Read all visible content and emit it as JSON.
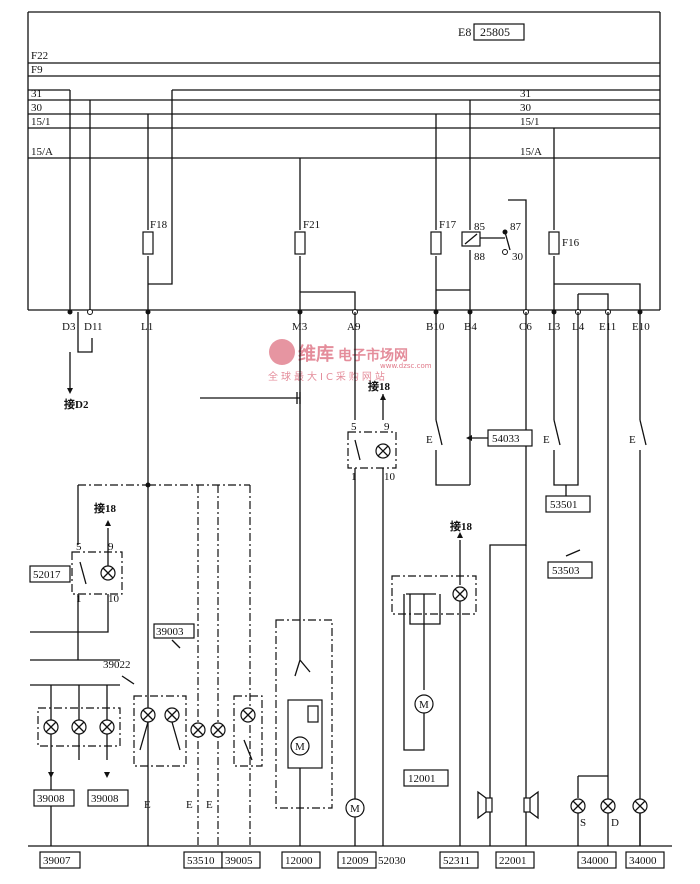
{
  "header": {
    "ref": "E8",
    "code": "25805"
  },
  "buses": {
    "left": [
      "F22",
      "F9",
      "31",
      "30",
      "15/1",
      "15/A"
    ],
    "right": [
      "31",
      "30",
      "15/1",
      "15/A"
    ]
  },
  "fuses": [
    "F18",
    "F21",
    "F17",
    "F16"
  ],
  "relay": {
    "pins": [
      "85",
      "87",
      "88",
      "30"
    ]
  },
  "connector_pins": [
    "D3",
    "D11",
    "L1",
    "M3",
    "A9",
    "B10",
    "B4",
    "C6",
    "L3",
    "L4",
    "E11",
    "E10"
  ],
  "jumps": {
    "d2": "接D2",
    "p18": "接18"
  },
  "switch_pins": [
    "5",
    "9",
    "1",
    "10"
  ],
  "switch_pins_left": [
    "5",
    "9",
    "1",
    "10"
  ],
  "boxed_labels": {
    "b54033": "54033",
    "b53501": "53501",
    "b52017": "52017",
    "b39003": "39003",
    "b39022": "39022",
    "b39008a": "39008",
    "b39008b": "39008",
    "b12001": "12001",
    "b53503": "53503"
  },
  "bottom_labels": [
    "39007",
    "53510",
    "39005",
    "12000",
    "12009",
    "52030",
    "52311",
    "22001",
    "34000",
    "34000"
  ],
  "lamp_marks": {
    "s": "S",
    "d": "D"
  },
  "motor_symbol": "M",
  "switch_mark": "E",
  "watermark": {
    "brand": "维库",
    "sub": "电子市场网",
    "tagline": "全球最大IC采购网站",
    "url": "www.dzsc.com"
  }
}
